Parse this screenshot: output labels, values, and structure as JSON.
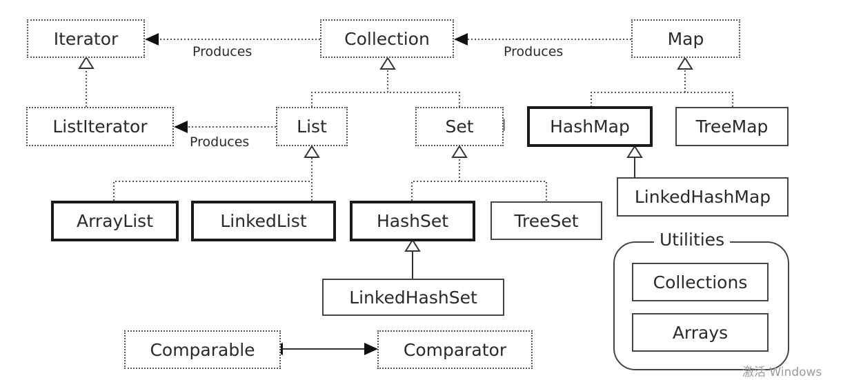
{
  "nodes": {
    "iterator": "Iterator",
    "collection": "Collection",
    "map": "Map",
    "listiterator": "ListIterator",
    "list": "List",
    "set": "Set",
    "hashmap": "HashMap",
    "treemap": "TreeMap",
    "arraylist": "ArrayList",
    "linkedlist": "LinkedList",
    "hashset": "HashSet",
    "treeset": "TreeSet",
    "linkedhashmap": "LinkedHashMap",
    "linkedhashset": "LinkedHashSet",
    "comparable": "Comparable",
    "comparator": "Comparator",
    "collections": "Collections",
    "arrays": "Arrays"
  },
  "edge_labels": {
    "produces_1": "Produces",
    "produces_2": "Produces",
    "produces_3": "Produces"
  },
  "utilities": {
    "title": "Utilities"
  },
  "watermark": "激活 Windows",
  "cursor": "I"
}
